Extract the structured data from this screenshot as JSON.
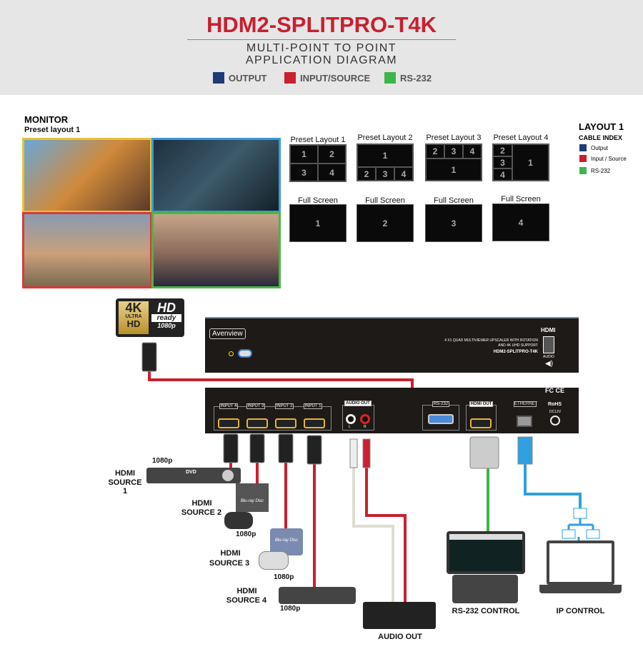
{
  "header": {
    "title": "HDM2-SPLITPRO-T4K",
    "subtitle_1": "MULTI-POINT TO POINT",
    "subtitle_2": "APPLICATION DIAGRAM",
    "legend": [
      {
        "label": "OUTPUT",
        "color": "#1f3a78"
      },
      {
        "label": "INPUT/SOURCE",
        "color": "#c8202f"
      },
      {
        "label": "RS-232",
        "color": "#3db54a"
      }
    ]
  },
  "monitor": {
    "label": "MONITOR",
    "sublabel": "Preset layout 1"
  },
  "layouts": {
    "preset": [
      "Preset Layout 1",
      "Preset Layout 2",
      "Preset Layout 3",
      "Preset Layout 4"
    ],
    "full": [
      "Full Screen Layout 1",
      "Full Screen Layout 2",
      "Full Screen Layout 3",
      "Full Screen Layout 4"
    ],
    "numbers": [
      "1",
      "2",
      "3",
      "4"
    ]
  },
  "cable_index": {
    "title": "LAYOUT 1",
    "subtitle": "CABLE INDEX",
    "items": [
      {
        "label": "Output",
        "color": "#1f3a78"
      },
      {
        "label": "Input / Source",
        "color": "#c8202f"
      },
      {
        "label": "RS-232",
        "color": "#3db54a"
      }
    ]
  },
  "badge": {
    "k4": "4K",
    "ultra": "ULTRA",
    "hd": "HD",
    "hd2": "HD",
    "ready": "ready",
    "p1080": "1080p"
  },
  "device_front": {
    "brand": "Avenview",
    "desc_1": "4 X1 QUAD MULTIVIEWER UPSCALER WITH ROTATION",
    "desc_2": "AND 4K UHD SUPPORT",
    "model": "HDM2-SPLITPRO-T4K",
    "hdmi": "HDMI",
    "audio": "AUDIO"
  },
  "device_back": {
    "inputs": [
      "INPUT 4",
      "INPUT 3",
      "INPUT 2",
      "INPUT 1"
    ],
    "audio_out": "AUDIO OUT",
    "audio_l": "L",
    "audio_r": "R",
    "rs232": "RS-232",
    "hdmi_out": "HDMI OUT",
    "ethernet": "ETHERNET",
    "fcce": "FC CE",
    "rohs": "RoHS",
    "dc": "DC12V"
  },
  "sources": [
    {
      "label_1": "HDMI",
      "label_2": "SOURCE 1",
      "res": "1080p",
      "device": "DVD"
    },
    {
      "label_1": "HDMI",
      "label_2": "SOURCE 2",
      "res": "1080p",
      "device": "Blu-ray Disc"
    },
    {
      "label_1": "HDMI",
      "label_2": "SOURCE 3",
      "res": "1080p",
      "device": "Blu-ray Disc"
    },
    {
      "label_1": "HDMI",
      "label_2": "SOURCE 4",
      "res": "1080p"
    }
  ],
  "outputs": {
    "audio": "AUDIO OUT",
    "rs232": "RS-232 CONTROL",
    "ip": "IP CONTROL"
  }
}
